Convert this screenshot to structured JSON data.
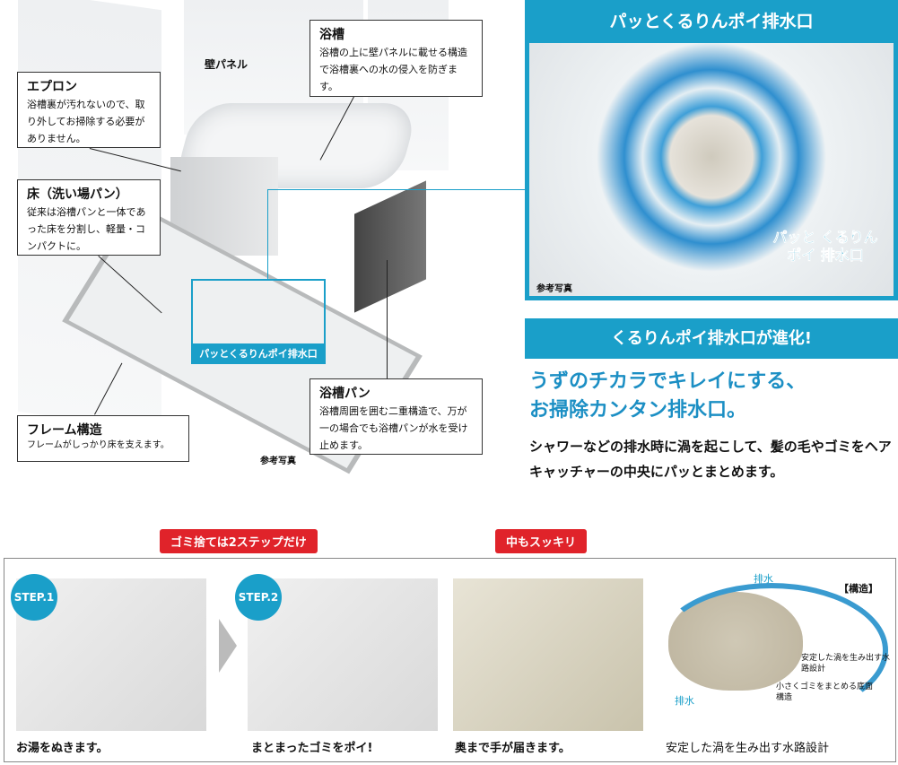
{
  "diagram": {
    "wall_panel_label": "壁パネル",
    "bathtub": {
      "title": "浴槽",
      "text": "浴槽の上に壁パネルに載せる構造で浴槽裏への水の侵入を防ぎます。"
    },
    "apron": {
      "title": "エプロン",
      "text": "浴槽裏が汚れないので、取り外してお掃除する必要がありません。"
    },
    "floor": {
      "title": "床（洗い場パン）",
      "text": "従来は浴槽パンと一体であった床を分割し、軽量・コンパクトに。"
    },
    "drain_label": "パッとくるりんポイ排水口",
    "tub_pan": {
      "title": "浴槽パン",
      "text": "浴槽周囲を囲む二重構造で、万が一の場合でも浴槽パンが水を受け止めます。"
    },
    "frame": {
      "title": "フレーム構造",
      "text": "フレームがしっかり床を支えます。"
    },
    "photo_note": "参考写真"
  },
  "feature": {
    "title": "パッとくるりんポイ排水口",
    "logo_text": "パッと くるりんポイ 排水口",
    "photo_note": "参考写真",
    "subtitle": "くるりんポイ排水口が進化!",
    "headline1": "うずのチカラでキレイにする、",
    "headline2": "お掃除カンタン排水口。",
    "body": "シャワーなどの排水時に渦を起こして、髪の毛やゴミをヘアキャッチャーの中央にパッとまとめます。"
  },
  "steps": {
    "tag1": "ゴミ捨ては2ステップだけ",
    "tag2": "中もスッキリ",
    "step1_badge": "STEP.1",
    "step1_caption": "お湯をぬきます。",
    "step2_badge": "STEP.2",
    "step2_caption": "まとまったゴミをポイ!",
    "inner_caption": "奥まで手が届きます。",
    "structure": {
      "label": "【構造】",
      "drain1": "排水",
      "drain2": "排水",
      "note1": "安定した渦を生み出す水路設計",
      "note2": "小さくゴミをまとめる底面構造",
      "caption": "安定した渦を生み出す水路設計"
    }
  },
  "colors": {
    "accent": "#1a9fc9",
    "headline": "#1c8fc4",
    "tag": "#e0232a"
  }
}
